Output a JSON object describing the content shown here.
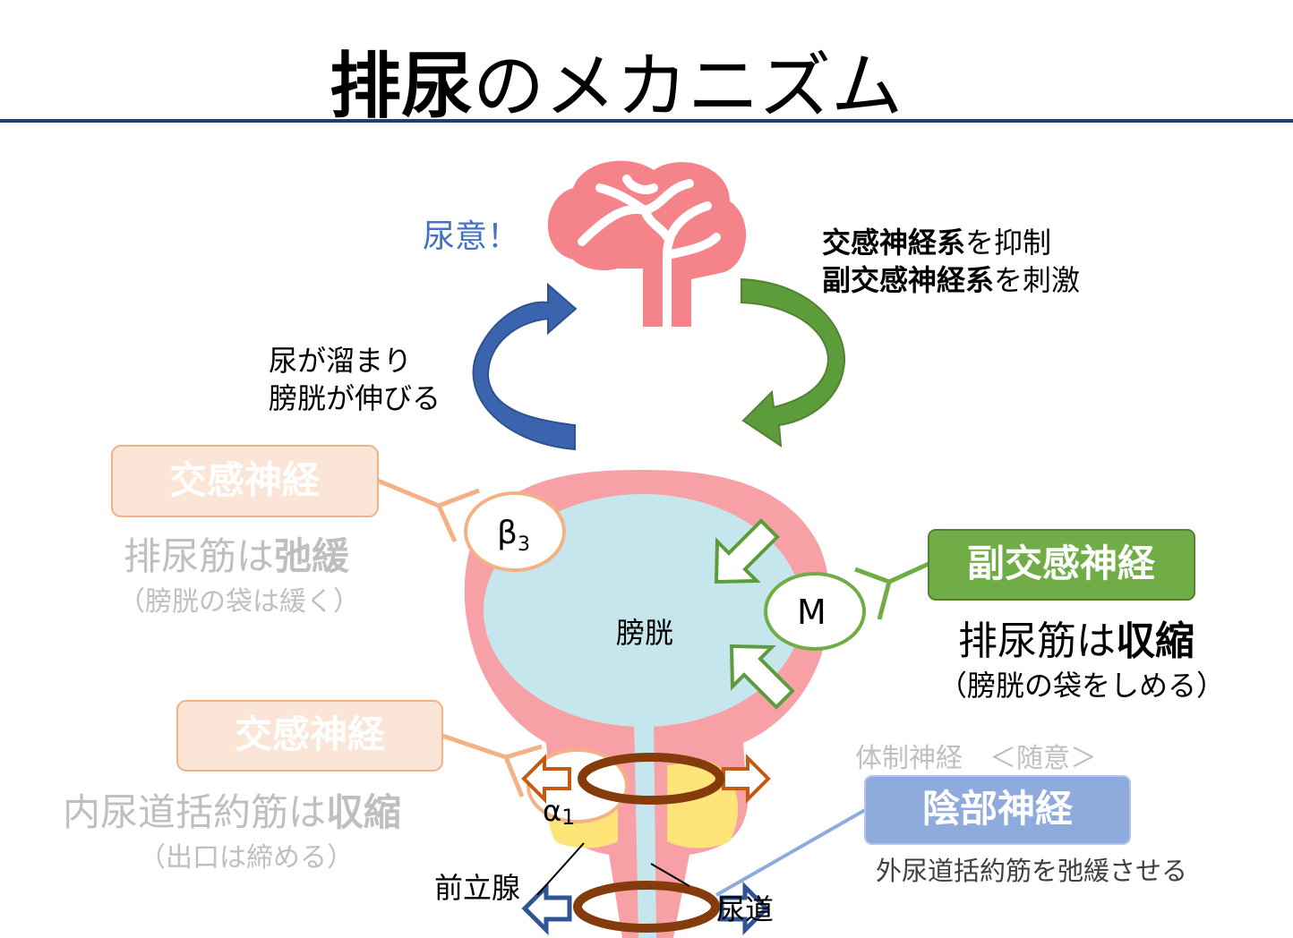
{
  "title": {
    "bold": "排尿",
    "rest": "のメカニズム"
  },
  "brain": {
    "urge": "尿意！"
  },
  "left_loop": {
    "line1": "尿が溜まり",
    "line2": "膀胱が伸びる"
  },
  "right_loop": {
    "line1_bold": "交感神経系",
    "line1_rest": "を抑制",
    "line2_bold": "副交感神経系",
    "line2_rest": "を刺激"
  },
  "bladder_label": "膀胱",
  "receptors": {
    "beta3": "β",
    "beta3_sub": "3",
    "m": "M",
    "alpha1": "α",
    "alpha1_sub": "1"
  },
  "sympathetic_top": {
    "box": "交感神経",
    "line1_normal": "排尿筋は",
    "line1_bold": "弛緩",
    "line2": "（膀胱の袋は緩く）"
  },
  "parasympathetic": {
    "box": "副交感神経",
    "line1_normal": "排尿筋は",
    "line1_bold": "収縮",
    "line2": "（膀胱の袋をしめる）"
  },
  "sympathetic_bottom": {
    "box": "交感神経",
    "line1_normal": "内尿道括約筋は",
    "line1_bold": "収縮",
    "line2": "（出口は締める）"
  },
  "somatic": {
    "header": "体制神経　＜随意＞",
    "box": "陰部神経",
    "desc": "外尿道括約筋を弛緩させる"
  },
  "labels": {
    "prostate": "前立腺",
    "urethra": "尿道"
  },
  "colors": {
    "title_rule": "#1f3f73",
    "pink": "#f4838a",
    "bladder_wall": "#f7a1a7",
    "bladder_inner": "#c4e6ec",
    "orange": "#f4b183",
    "orange_fill": "#fbe5d6",
    "green": "#70ad47",
    "blue": "#4472c4",
    "blue_box": "#8faadc",
    "brown": "#843c0c",
    "gray": "#bfbfbf",
    "prostate": "#ffe47a"
  }
}
